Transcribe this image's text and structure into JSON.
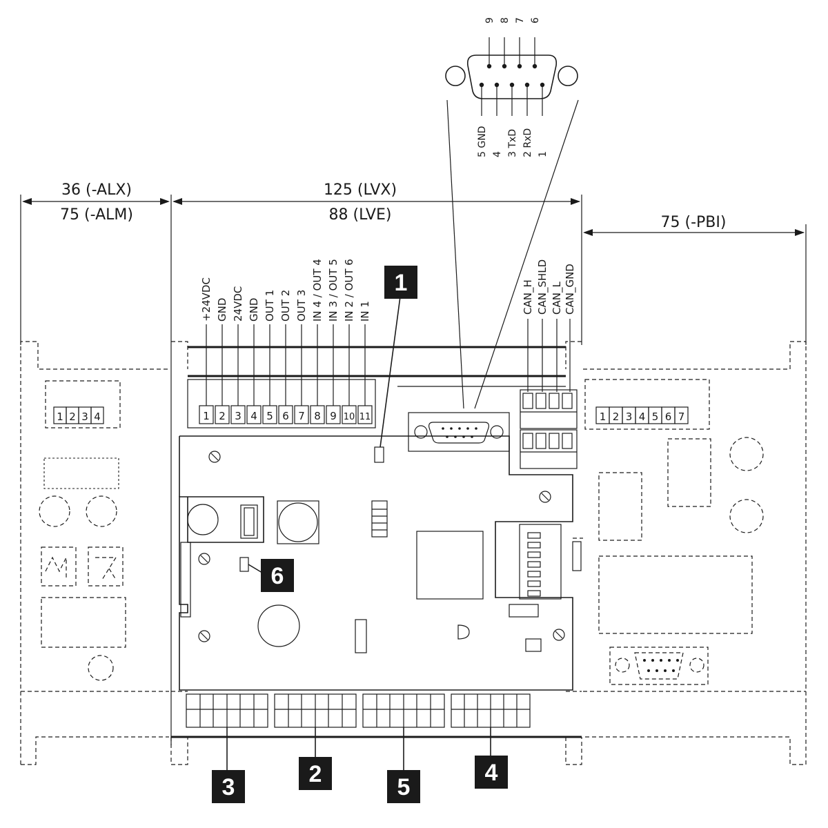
{
  "dimensions": {
    "left_top": "36 (-ALX)",
    "left_bottom": "75 (-ALM)",
    "center_top": "125 (LVX)",
    "center_bottom": "88 (LVE)",
    "right": "75 (-PBI)"
  },
  "terminal_labels": [
    "+24VDC",
    "GND",
    "24VDC",
    "GND",
    "OUT 1",
    "OUT 2",
    "OUT 3",
    "IN 4 / OUT 4",
    "IN 3 / OUT 5",
    "IN 2 / OUT 6",
    "IN 1"
  ],
  "terminal_numbers": [
    "1",
    "2",
    "3",
    "4",
    "5",
    "6",
    "7",
    "8",
    "9",
    "10",
    "11"
  ],
  "can_labels": [
    "CAN_H",
    "CAN_SHLD",
    "CAN_L",
    "CAN_GND"
  ],
  "sub_d": {
    "top_pins": [
      "9",
      "8",
      "7",
      "6"
    ],
    "bottom_pins": [
      "5 GND",
      "4",
      "3 TxD",
      "2 RxD",
      "1"
    ]
  },
  "alx_module_terminals": [
    "1",
    "2",
    "3",
    "4"
  ],
  "pbi_module_terminals": [
    "1",
    "2",
    "3",
    "4",
    "5",
    "6",
    "7"
  ],
  "callouts": [
    "1",
    "2",
    "3",
    "4",
    "5",
    "6"
  ]
}
